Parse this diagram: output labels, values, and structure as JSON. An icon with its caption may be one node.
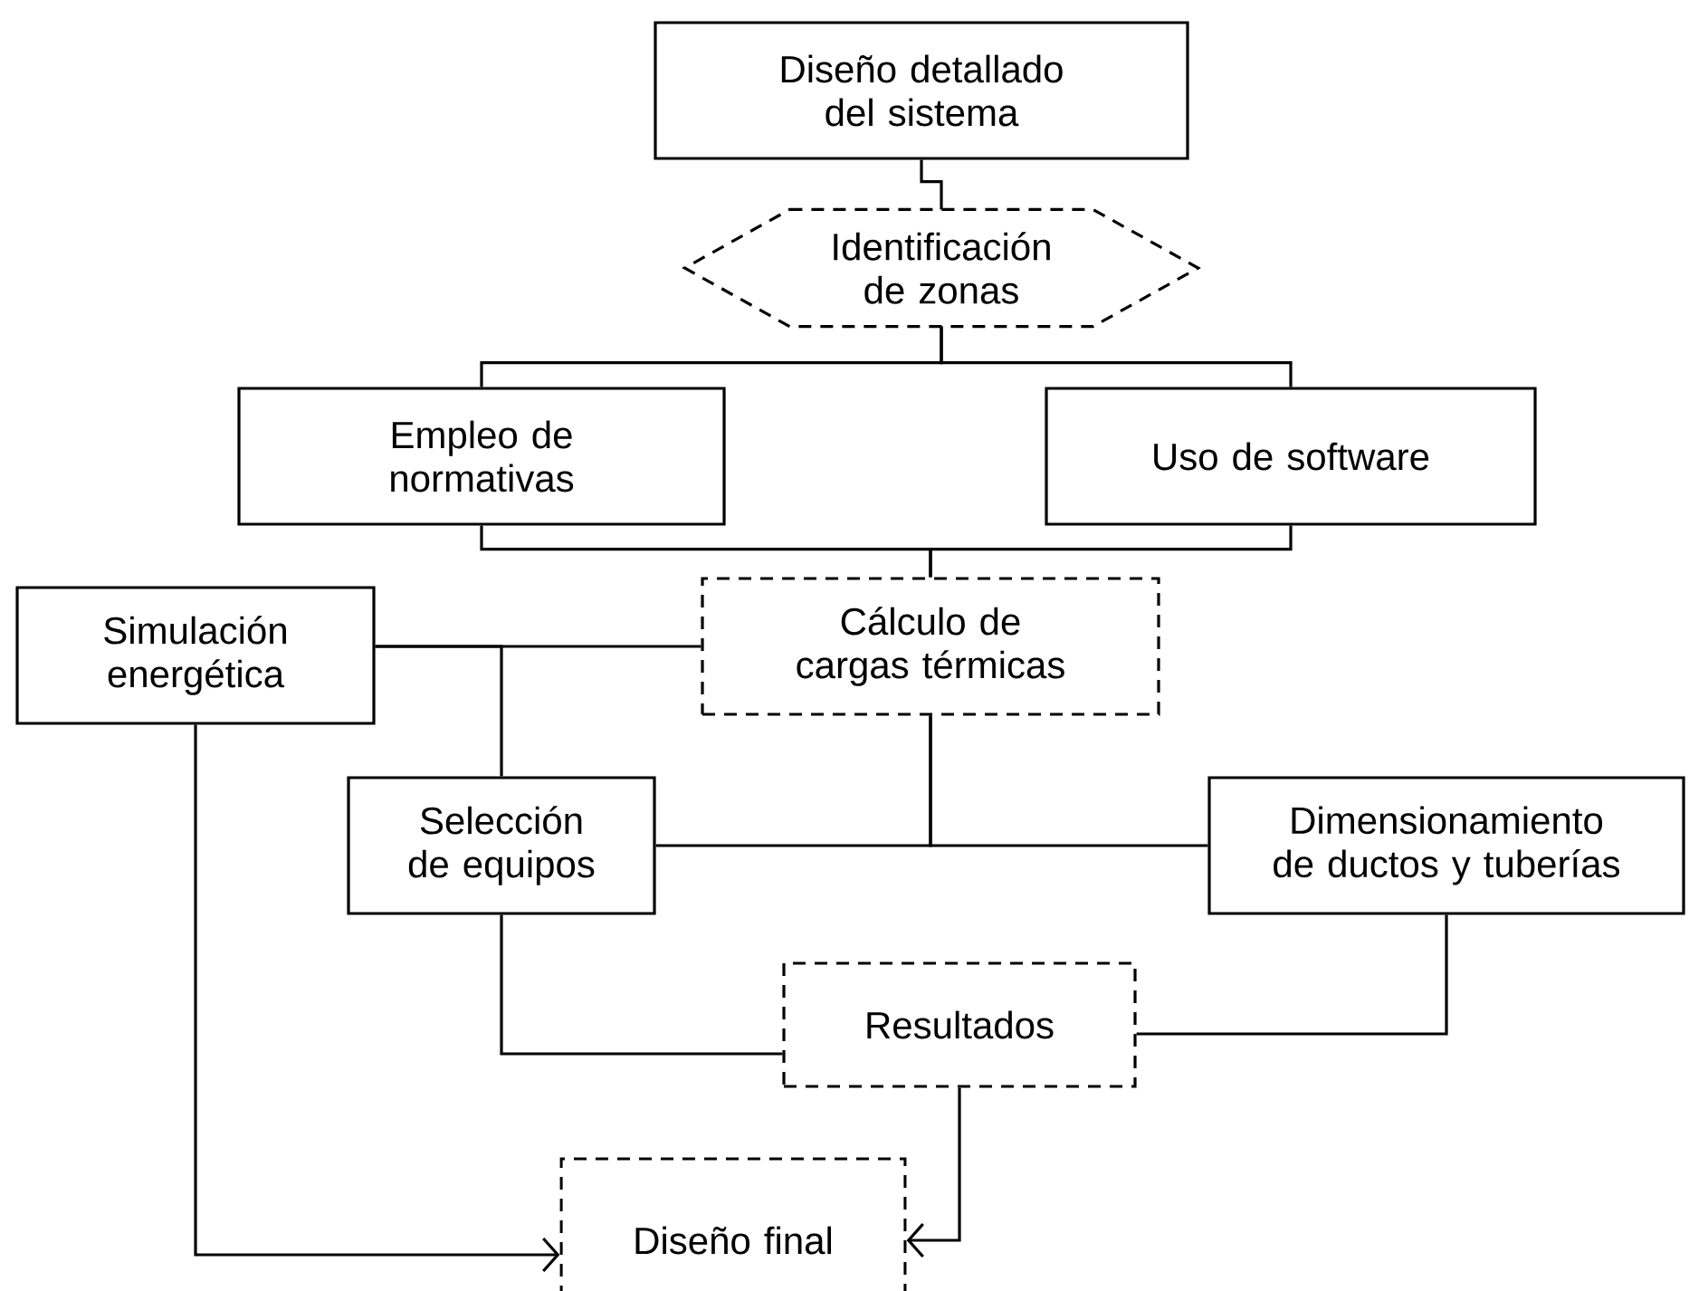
{
  "diagram": {
    "nodes": [
      {
        "text": [
          "Diseño detallado del sistema"
        ]
      },
      {
        "text": [
          "Identificación de zonas"
        ]
      },
      {
        "text": [
          "Empleo de normativas"
        ]
      },
      {
        "text": [
          "Uso de software"
        ]
      },
      {
        "text": [
          "Cálculo de cargas térmicas"
        ]
      },
      {
        "text": [
          "Simulación energética"
        ]
      },
      {
        "text": [
          "Selección de equipos"
        ]
      },
      {
        "text": [
          "Dimensionamiento de ductos y tuberías"
        ]
      },
      {
        "text": [
          "Resultados"
        ]
      },
      {
        "text": [
          "Diseño final"
        ]
      }
    ],
    "edges": [
      {
        "from": 0,
        "to": 1,
        "arrow": "none"
      },
      {
        "from": 1,
        "to": 2,
        "arrow": "none"
      },
      {
        "from": 1,
        "to": 3,
        "arrow": "none"
      },
      {
        "from": 2,
        "to": 4,
        "arrow": "none"
      },
      {
        "from": 3,
        "to": 4,
        "arrow": "none"
      },
      {
        "from": 5,
        "to": 4,
        "arrow": "none"
      },
      {
        "from": 5,
        "to": 6,
        "arrow": "none"
      },
      {
        "from": 4,
        "to": 6,
        "arrow": "none"
      },
      {
        "from": 4,
        "to": 7,
        "arrow": "none"
      },
      {
        "from": 6,
        "to": 8,
        "arrow": "none"
      },
      {
        "from": 7,
        "to": 8,
        "arrow": "none"
      },
      {
        "from": 8,
        "to": 9,
        "arrow": "to"
      },
      {
        "from": 5,
        "to": 9,
        "arrow": "to"
      }
    ]
  }
}
